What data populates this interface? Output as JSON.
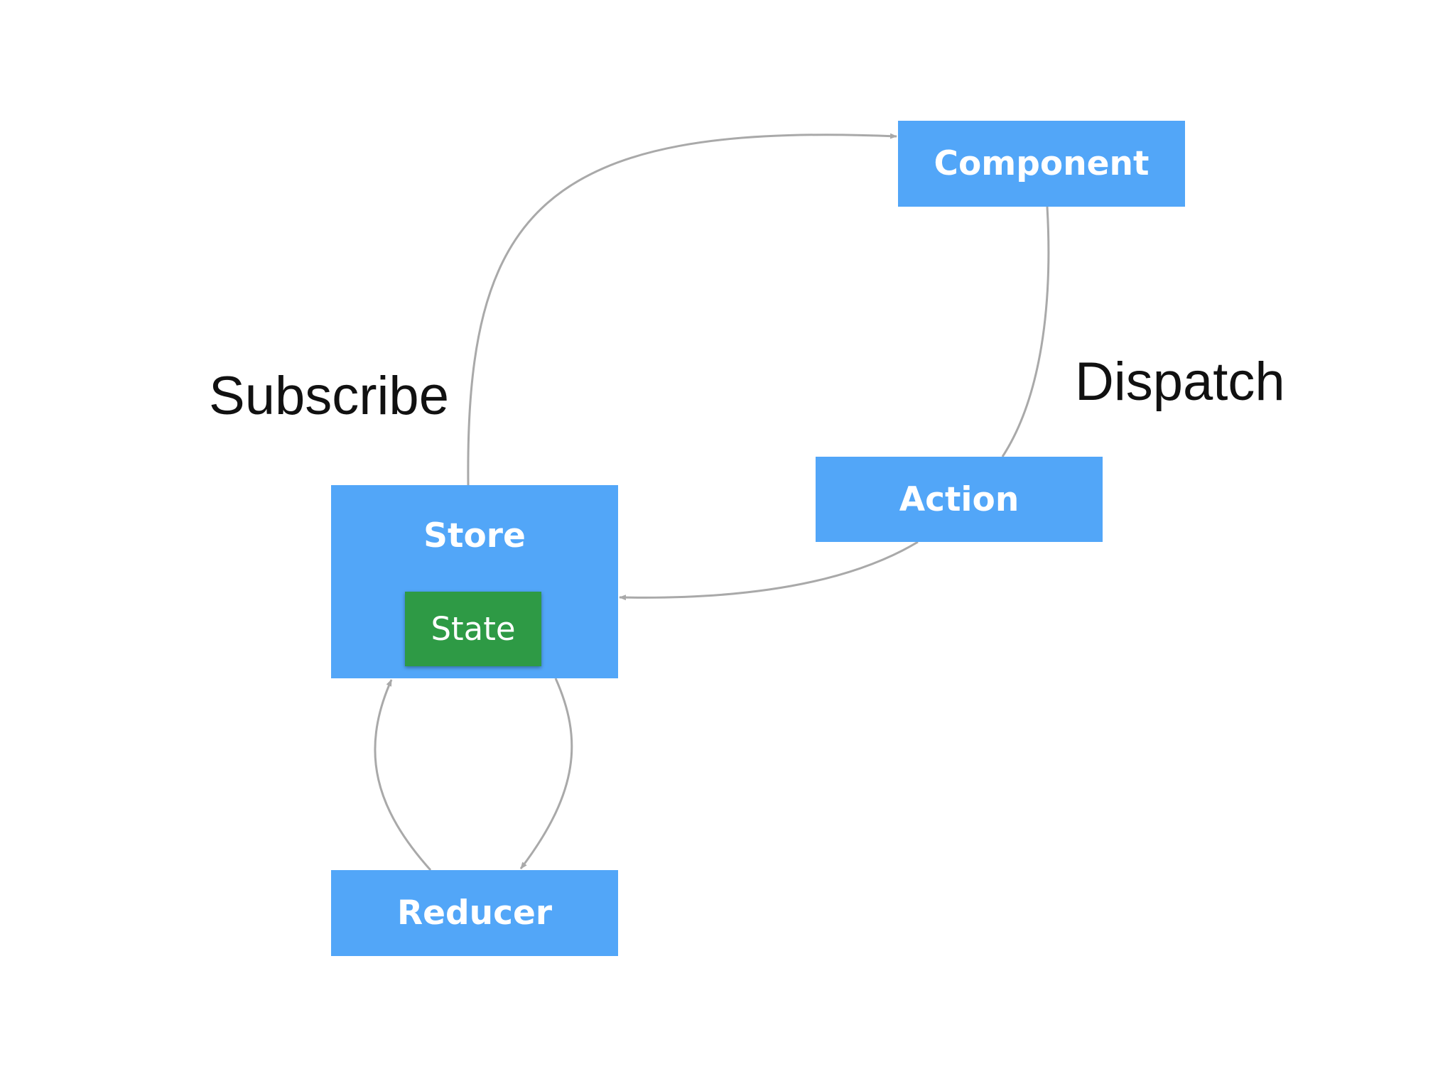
{
  "nodes": {
    "component": "Component",
    "action": "Action",
    "store": "Store",
    "state": "State",
    "reducer": "Reducer"
  },
  "edge_labels": {
    "subscribe": "Subscribe",
    "dispatch": "Dispatch"
  },
  "colors": {
    "box": "#52a6f8",
    "state": "#2e9a45",
    "arrow": "#a9a9a9",
    "background": "#ffffff"
  },
  "edges": [
    {
      "from": "store",
      "to": "component",
      "label": "Subscribe"
    },
    {
      "from": "component",
      "to": "action",
      "label": "Dispatch"
    },
    {
      "from": "action",
      "to": "store"
    },
    {
      "from": "store",
      "to": "reducer"
    },
    {
      "from": "reducer",
      "to": "store"
    }
  ]
}
